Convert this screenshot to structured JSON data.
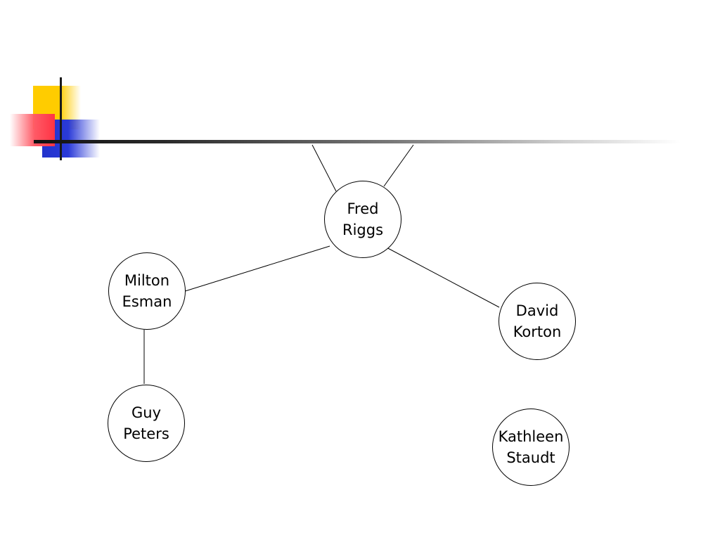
{
  "diagram": {
    "nodes": [
      {
        "id": "fred",
        "label": "Fred\nRiggs"
      },
      {
        "id": "milton",
        "label": "Milton\nEsman"
      },
      {
        "id": "david",
        "label": "David\nKorton"
      },
      {
        "id": "guy",
        "label": "Guy\nPeters"
      },
      {
        "id": "kathleen",
        "label": "Kathleen\nStaudt"
      }
    ],
    "edges": [
      {
        "from": "fred",
        "to": "milton"
      },
      {
        "from": "fred",
        "to": "david"
      },
      {
        "from": "milton",
        "to": "guy"
      }
    ]
  }
}
